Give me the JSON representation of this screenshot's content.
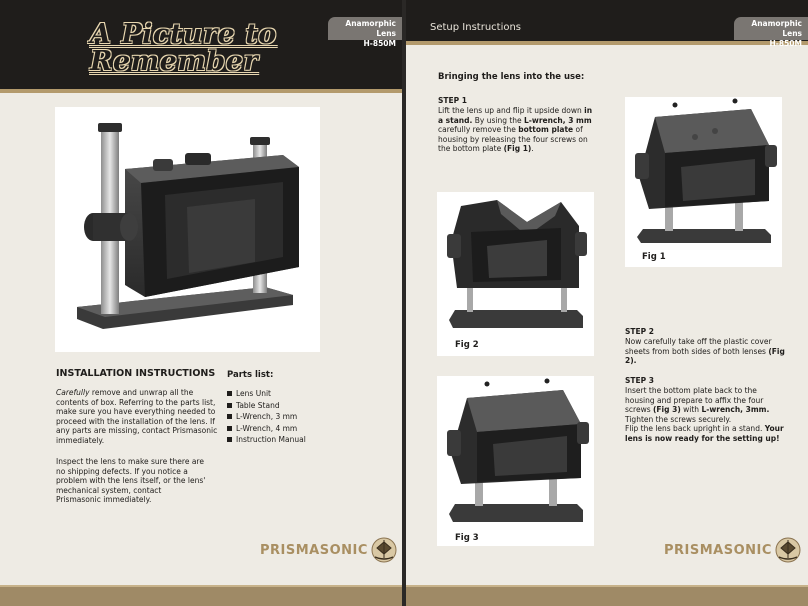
{
  "left": {
    "title_line1": "A Picture to",
    "title_line2": "Remember",
    "tab_line1": "Anamorphic Lens",
    "tab_line2": "H-850M",
    "install_heading": "INSTALLATION INSTRUCTIONS",
    "p1_italic": "Carefully",
    "p1_rest": " remove and unwrap all the contents of box. Referring to the parts list, make sure you have everything needed to proceed with the installation of the lens. If any parts are missing, contact Prismasonic immediately.",
    "p2": "Inspect the lens to make sure there are no shipping defects. If you notice a problem with the lens itself, or the lens' mechanical system, contact Prismasonic immediately.",
    "parts_heading": "Parts list:",
    "parts": [
      "Lens Unit",
      "Table Stand",
      "L-Wrench, 3 mm",
      "L-Wrench, 4 mm",
      "Instruction Manual"
    ],
    "logo_text": "PRISMASONIC"
  },
  "right": {
    "header_title": "Setup Instructions",
    "tab_line1": "Anamorphic Lens",
    "tab_line2": "H-850M",
    "section_heading": "Bringing the lens into the use:",
    "step1_label": "STEP 1",
    "step1_a": "Lift the lens up and flip it upside down ",
    "step1_b": "in a stand.",
    "step1_c": " By using the ",
    "step1_d": "L-wrench, 3 mm",
    "step1_e": " carefully remove the ",
    "step1_f": "bottom plate",
    "step1_g": " of housing by releasing the four screws on the bottom plate ",
    "step1_h": "(Fig 1)",
    "step1_i": ".",
    "step2_label": "STEP 2",
    "step2_a": "Now carefully take off the plastic cover sheets from both sides of both lenses ",
    "step2_b": "(Fig 2).",
    "step3_label": "STEP 3",
    "step3_a": "Insert the bottom plate back to the housing and prepare to affix the four screws ",
    "step3_b": "(Fig 3)",
    "step3_c": " with ",
    "step3_d": "L-wrench, 3mm.",
    "step3_e": " Tighten the screws securely.",
    "step4_a": "Flip the lens back upright in a stand. ",
    "step4_b": "Your lens is now ready for the setting up!",
    "fig1": "Fig 1",
    "fig2": "Fig 2",
    "fig3": "Fig 3",
    "logo_text": "PRISMASONIC"
  },
  "colors": {
    "header_bg": "#1f1d1b",
    "page_bg": "#eeebe4",
    "gold": "#b39a6c",
    "tab_bg": "#7a7672",
    "logo": "#a98f62"
  }
}
